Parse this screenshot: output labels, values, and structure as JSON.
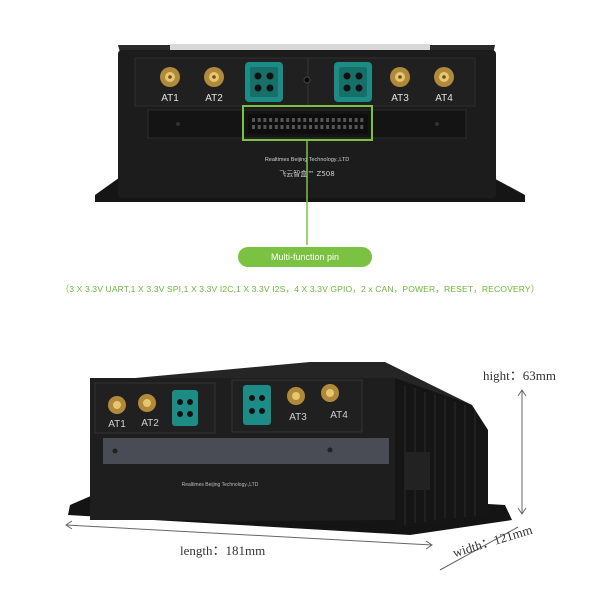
{
  "top_device": {
    "ports": [
      "AT1",
      "AT2",
      "AT3",
      "AT4"
    ],
    "company_label": "Realtimes Beijing Technology.,LTD",
    "model_label": "飞云智盒™ Z508"
  },
  "callout": {
    "label": "Multi-function pin",
    "description": "（3 X 3.3V UART,1 X 3.3V SPI,1 X 3.3V I2C,1 X 3.3V I2S，4 X 3.3V GPIO，2 x CAN，POWER，RESET，RECOVERY）"
  },
  "bottom_device": {
    "ports": [
      "AT1",
      "AT2",
      "AT3",
      "AT4"
    ],
    "company_label": "Realtimes Beijing Technology.,LTD"
  },
  "dimensions": {
    "height": "hight：63mm",
    "length": "length：181mm",
    "width": "width：121mm"
  },
  "colors": {
    "accent_green": "#7cc242",
    "device_body": "#1c1c1c",
    "connector_teal": "#1e8c86"
  }
}
